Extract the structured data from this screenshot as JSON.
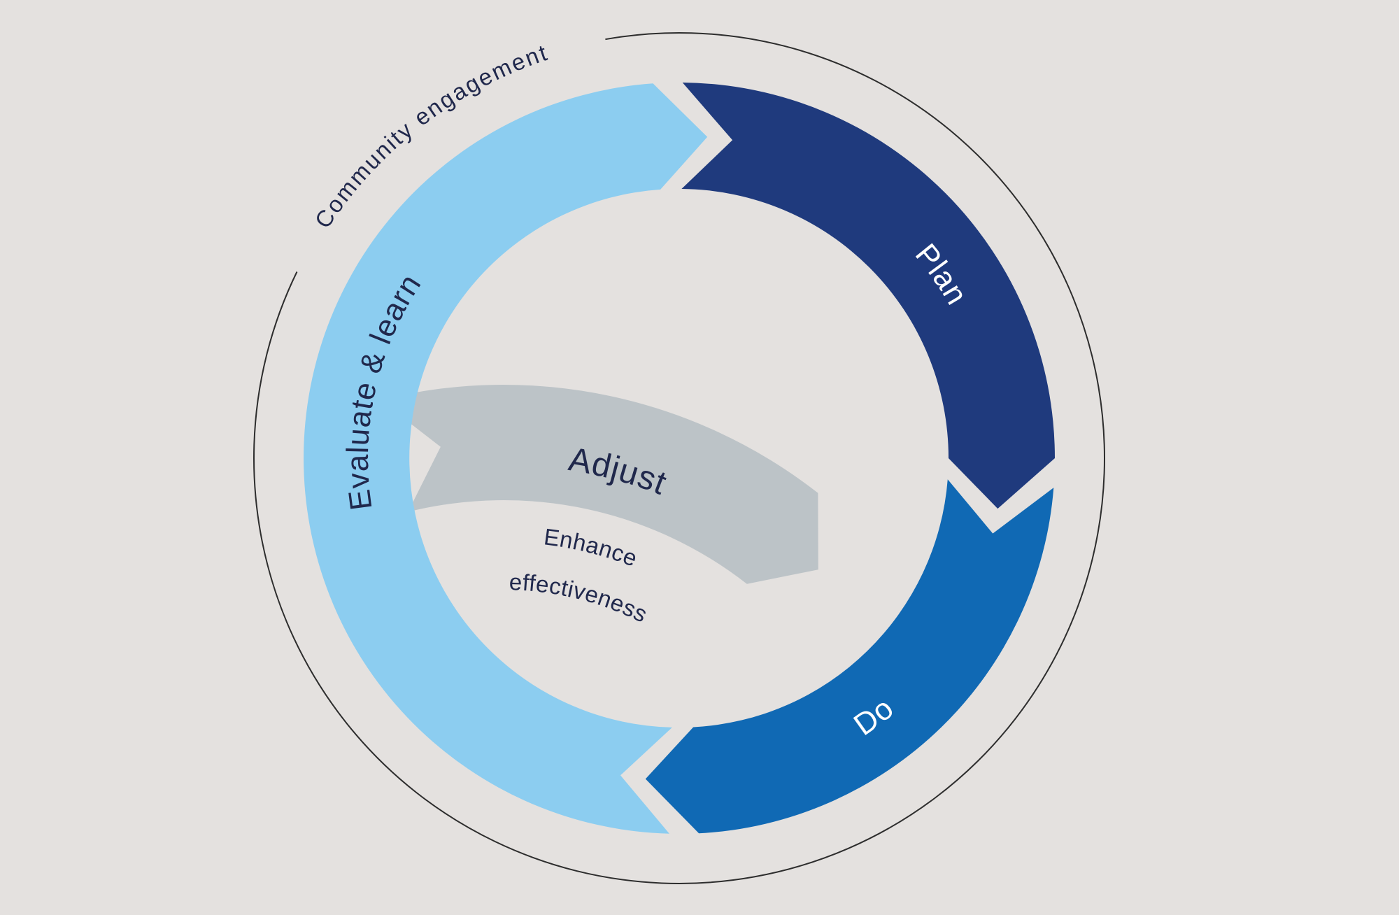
{
  "diagram": {
    "outer_label": "Community engagement",
    "segments": [
      {
        "id": "plan",
        "label": "Plan",
        "color": "#1f3a7d",
        "text_color": "#ffffff"
      },
      {
        "id": "do",
        "label": "Do",
        "color": "#1069b4",
        "text_color": "#ffffff"
      },
      {
        "id": "evaluate",
        "label": "Evaluate & learn",
        "color": "#8ccdf0",
        "text_color": "#20284c"
      }
    ],
    "inner_arrow": {
      "label": "Adjust",
      "sublabel_lines": [
        "Enhance",
        "effectiveness"
      ],
      "color": "#bcc3c7"
    },
    "colors": {
      "background": "#e4e1df",
      "outline": "#2d2d2d",
      "dark_text": "#20284c"
    }
  }
}
